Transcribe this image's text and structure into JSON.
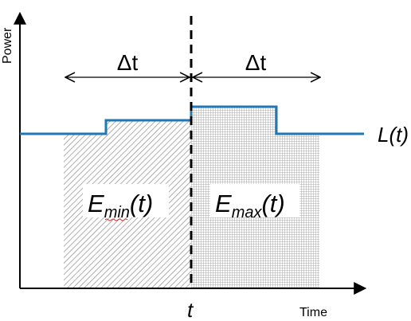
{
  "axes": {
    "y_label": "Power",
    "x_label": "Time"
  },
  "markers": {
    "time_label": "t",
    "delta_left": "Δt",
    "delta_right": "Δt"
  },
  "curve": {
    "label": "L(t)",
    "color": "#1f77b4"
  },
  "regions": {
    "min": {
      "base": "E",
      "sub": "min",
      "suffix": "(t)"
    },
    "max": {
      "base": "E",
      "sub": "max",
      "suffix": "(t)"
    }
  },
  "colors": {
    "axis": "#000000",
    "hatch": "#9a9a9a",
    "squiggle": "#e03030"
  }
}
